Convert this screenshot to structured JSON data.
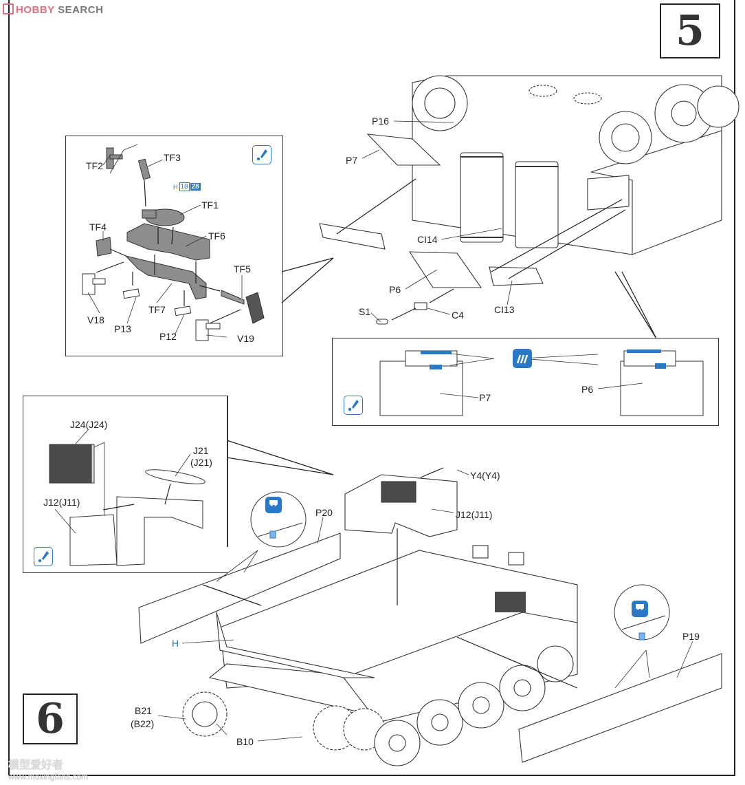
{
  "header": {
    "logo_brand": "HOBBY",
    "logo_suffix": "SEARCH"
  },
  "steps": {
    "step5": "5",
    "step6": "6"
  },
  "step5": {
    "inset_parts": {
      "labels": [
        "TF3",
        "TF2",
        "TF1",
        "TF4",
        "TF6",
        "TF5",
        "V18",
        "P13",
        "TF7",
        "P12",
        "V19"
      ],
      "paint_ref": {
        "prefix": "H",
        "code1": "18",
        "code2": "28"
      },
      "note_icon": "paint-brush-icon"
    },
    "main_labels": [
      "P16",
      "P7",
      "CI14",
      "P6",
      "S1",
      "C4",
      "CI13"
    ],
    "detail_panel": {
      "labels": [
        "P7",
        "P6"
      ],
      "cement_icon": "glue-icon",
      "note_icon": "paint-brush-icon"
    }
  },
  "step6": {
    "inset_labels": [
      "J24(J24)",
      "J21",
      "(J21)",
      "J12(J11)"
    ],
    "inset_note_icon": "paint-brush-icon",
    "main_labels": [
      "Y4(Y4)",
      "J12(J11)",
      "P20",
      "H",
      "B21",
      "(B22)",
      "B10",
      "P19"
    ],
    "callout_icon": "align-tab-icon"
  },
  "watermark": {
    "title": "模型爱好者",
    "url": "www.moxingfans.com"
  },
  "colors": {
    "accent_blue": "#2a78c8",
    "line": "#222222",
    "part_gray": "#8a8a8a",
    "logo_pink": "#e0707f"
  }
}
